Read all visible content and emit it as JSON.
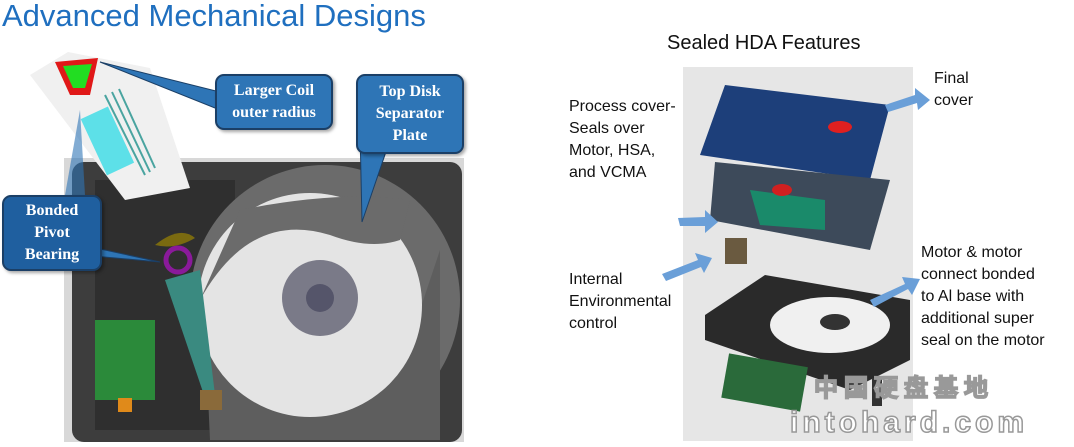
{
  "slide_title": "Advanced Mechanical Designs",
  "left_callouts": {
    "coil": "Larger Coil outer radius",
    "separator": "Top Disk Separator Plate",
    "pivot": "Bonded Pivot Bearing"
  },
  "right_panel": {
    "title": "Sealed HDA Features",
    "labels": {
      "final_cover": "Final cover",
      "process_cover": "Process cover-Seals over Motor, HSA, and VCMA",
      "internal_env": "Internal Environmental control",
      "motor": "Motor & motor connect bonded to Al base with additional super seal on the motor"
    }
  },
  "watermark": {
    "cn": "中国硬盘基地",
    "en": "intohard.com"
  },
  "colors": {
    "title": "#1f6fbf",
    "callout": "#2e75b6",
    "arrow": "#6a9fd8"
  }
}
